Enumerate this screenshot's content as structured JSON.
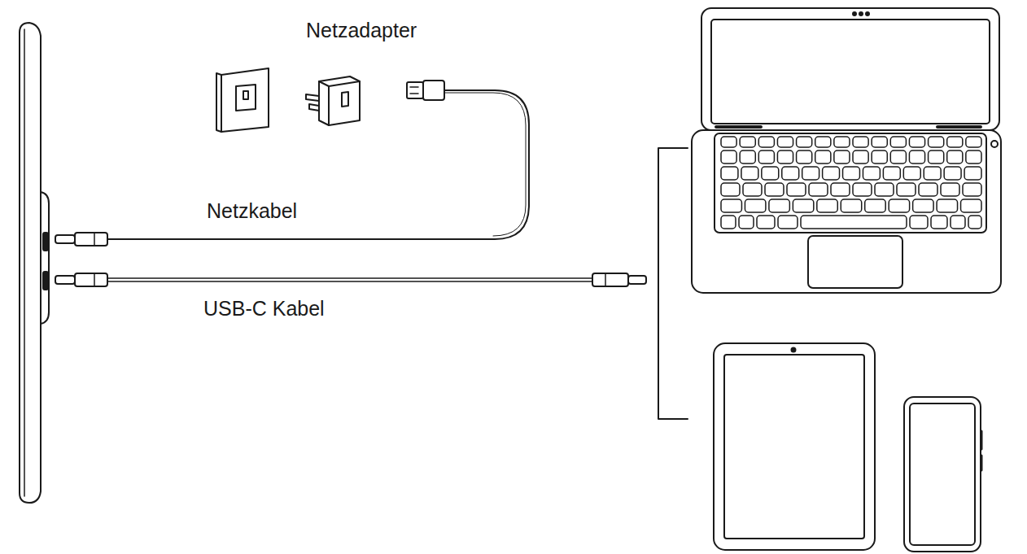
{
  "diagram": {
    "labels": [
      "Netzadapter",
      "Netzkabel",
      "USB-C Kabel"
    ]
  }
}
